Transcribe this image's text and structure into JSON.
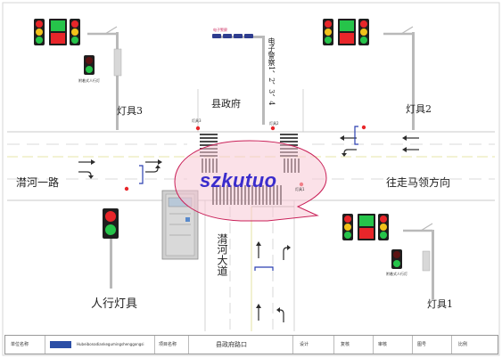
{
  "labels": {
    "county_gov": "县政府",
    "light1": "灯具1",
    "light2": "灯具2",
    "light3": "灯具3",
    "ped_light": "人行灯具",
    "road_west": "潸河一路",
    "road_east": "往走马领方向",
    "road_south": "潸河大道",
    "camera_text": "电子警察1、2、3、4",
    "ped_button_1": "附着式人行灯",
    "ped_button_3": "附着式人行灯",
    "pole_lamp_1": "灯具1",
    "pole_lamp_2": "灯具2",
    "pole_lamp_3": "灯具3",
    "camera_small_label": "电子警察",
    "watermark": "szkutuo"
  },
  "footer": {
    "unit_label": "单位名称",
    "company": "Hubeibonadiankegumingshenggongsi",
    "project_label": "项目名称",
    "project_value": "县政府路口",
    "design": "设计",
    "check": "复核",
    "review": "审核",
    "drawing_no": "图号",
    "scale": "比例"
  },
  "colors": {
    "red": "#e8262a",
    "green": "#26c44a",
    "yellow": "#f2c21a",
    "signal_body": "#1e1e1e",
    "pole": "#b9b9b9",
    "road_edge": "#c9c9c9",
    "arrow": "#2c2c2c",
    "watermark_fill": "#f7c9d6",
    "watermark_stroke": "#c91f57",
    "watermark_text": "#3a2ccc",
    "cabinet": "#cfcfcf"
  }
}
